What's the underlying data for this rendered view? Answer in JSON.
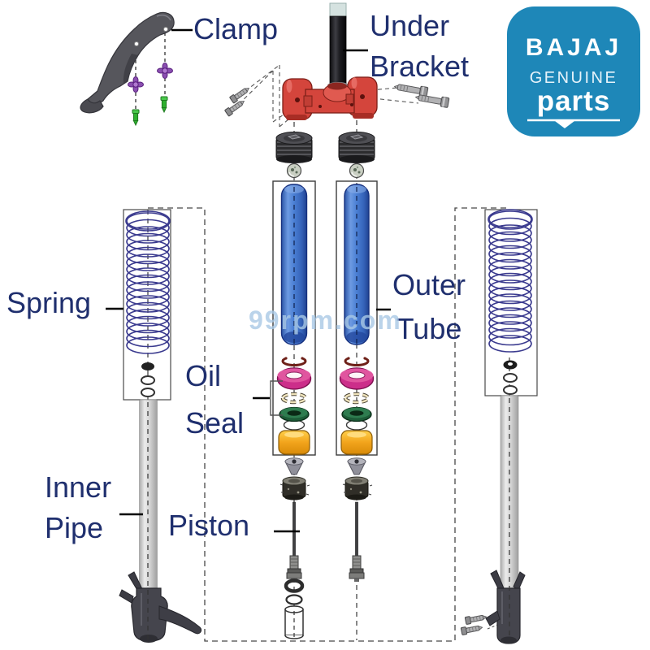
{
  "labels": {
    "clamp": "Clamp",
    "under_bracket": "Under Bracket",
    "spring": "Spring",
    "outer_tube": "Outer Tube",
    "oil_seal": "Oil Seal",
    "inner_pipe": "Inner Pipe",
    "piston": "Piston"
  },
  "logo": {
    "brand": "BAJAJ",
    "genuine": "GENUINE",
    "parts": "parts"
  },
  "watermark": "99rpm.com",
  "colors": {
    "label-navy": "#1f2f6e",
    "logo-blue": "#1e87b8",
    "bracket-red": "#d4453c",
    "tube-blue": "#4a7fd4",
    "seal-pink": "#cc2e8a",
    "seal-green": "#1d5c38",
    "bushing-orange": "#f0a01c",
    "spring-indigo": "#3b3b8f",
    "nut-purple": "#8a4fb0",
    "bolt-green": "#2eb02e",
    "watermark-blue": "#a9c9e6"
  }
}
